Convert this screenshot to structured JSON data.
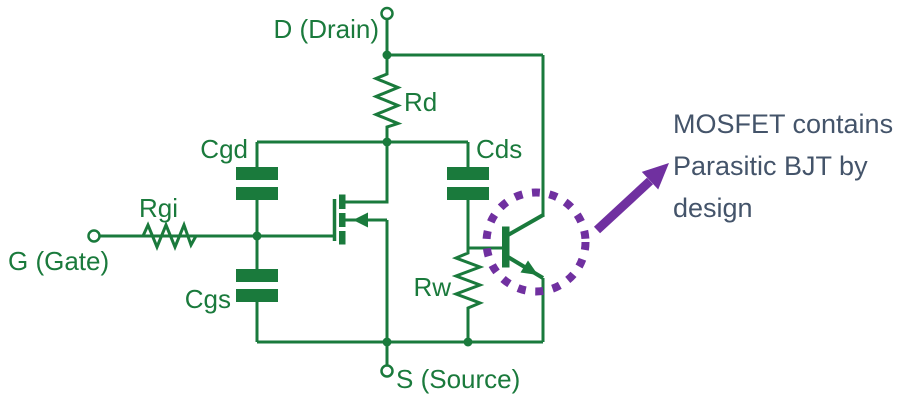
{
  "diagram": {
    "colors": {
      "circuit_green": "#1a7a3c",
      "highlight_purple": "#7030A0",
      "annotation_text": "#44546A",
      "background": "#ffffff"
    },
    "terminals": {
      "drain": {
        "label": "D (Drain)"
      },
      "gate": {
        "label": "G (Gate)"
      },
      "source": {
        "label": "S (Source)"
      }
    },
    "components": {
      "rd": {
        "label": "Rd",
        "type": "resistor"
      },
      "rgi": {
        "label": "Rgi",
        "type": "resistor"
      },
      "rw": {
        "label": "Rw",
        "type": "resistor"
      },
      "cgd": {
        "label": "Cgd",
        "type": "capacitor"
      },
      "cgs": {
        "label": "Cgs",
        "type": "capacitor"
      },
      "cds": {
        "label": "Cds",
        "type": "capacitor"
      },
      "mosfet": {
        "type": "n-channel-mosfet-symbol"
      },
      "bjt": {
        "type": "npn-bjt-symbol"
      }
    },
    "annotation": {
      "line1": "MOSFET contains",
      "line2": "Parasitic BJT by",
      "line3": "design"
    }
  }
}
